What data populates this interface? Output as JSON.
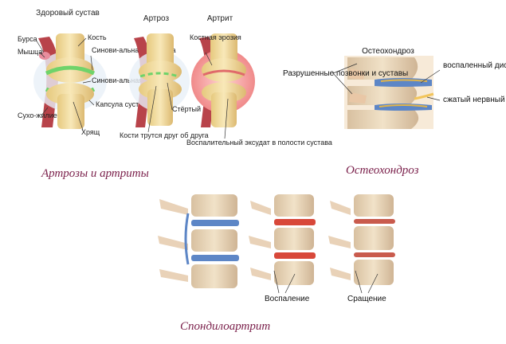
{
  "joints": {
    "healthy_title": "Здоровый сустав",
    "arthrosis_title": "Артроз",
    "arthritis_title": "Артрит",
    "labels": {
      "bursa": "Бурса",
      "muscle": "Мышца",
      "tendon": "Сухо-жилие",
      "bone": "Кость",
      "synovial_membrane": "Синови-альная оболочка",
      "synovial_fluid": "Синови-альная жидкость",
      "capsule": "Капсула сустава",
      "cartilage": "Хрящ",
      "bones_rub": "Кости трутся друг об друга",
      "worn_cartilage": "Стёртый хрящ",
      "erosion": "Костная эрозия",
      "exudate": "Воспалительный эксудат в полости сустава"
    },
    "caption": "Артрозы и артриты"
  },
  "osteo": {
    "title": "Остеохондроз",
    "destroyed": "Разрушенные позвонки и суставы",
    "inflamed_disc": "воспаленный диск",
    "nerve_root": "сжатый нервный корешок",
    "caption": "Остеохондроз"
  },
  "spondylo": {
    "inflammation": "Воспаление",
    "fusion": "Сращение",
    "caption": "Спондилоартрит"
  },
  "colors": {
    "caption": "#7a1f4a",
    "bone": "#f3dfa6",
    "cartilage_green": "#6fd36a",
    "muscle": "#b8434a",
    "inflamed": "#f4a2a2",
    "disc_blue": "#5d86c6",
    "inflamed_red": "#d8483a"
  }
}
